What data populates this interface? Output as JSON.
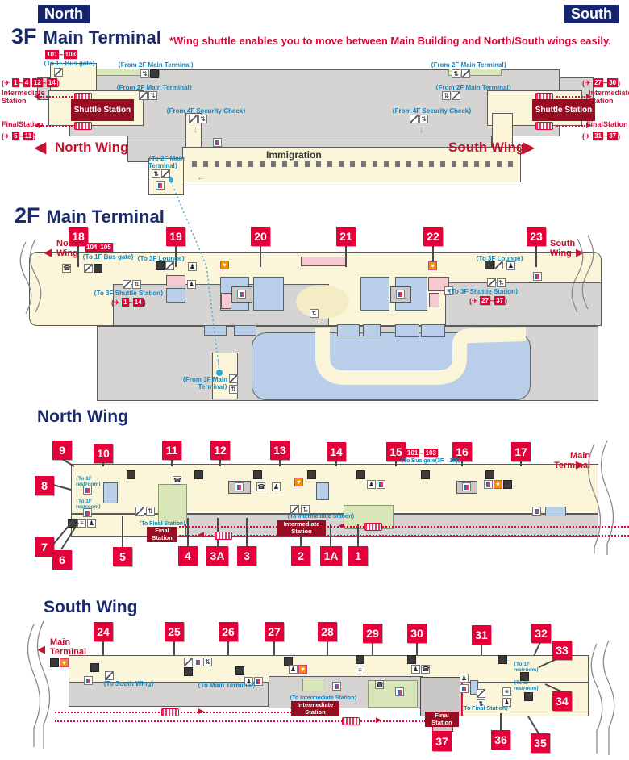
{
  "syntax": {
    "op": "(",
    "cp": ")",
    "tilde": "~",
    "comma": ",",
    "arrow_left": "◀",
    "arrow_right": "▶"
  },
  "icons": {
    "elevator": "⇅",
    "phone": "☎",
    "aed": "♥",
    "person": "♟",
    "stairs": "≡",
    "up": "↑",
    "down": "↓",
    "back": "←",
    "plane": "✈"
  },
  "header": {
    "north_badge": "North",
    "south_badge": "South",
    "note": "*Wing shuttle enables you to move between Main Building and North/South wings easily."
  },
  "common": {
    "from_2f": "⟨From 2F Main Terminal⟩",
    "from_4f": "⟨From 4F Security Check⟩",
    "to_2f": "⟨To 2F Main Terminal⟩",
    "from_3f": "⟨From 3F Main Terminal⟩",
    "to_1f_bus": "⟨To 1F Bus gate⟩",
    "to_3f_lounge": "⟨To 3F Lounge⟩",
    "to_3f_shuttle": "⟨To 3F Shuttle Station⟩",
    "to_1f_restroom": "⟨To 1F restroom⟩",
    "to_bus_gate_31": "⟨To Bus gate(3F→1F)⟩",
    "to_final": "⟨To Final Station⟩",
    "to_intermediate": "⟨To Intermediate Station⟩",
    "to_south_wing": "⟨To South Wing⟩",
    "to_main_terminal": "⟨To Main Terminal⟩",
    "shuttle_station": "Shuttle Station",
    "intermediate_station": "Intermediate Station",
    "final_station": "Final Station",
    "final_station_nospace": "FinalStation",
    "north_wing": "North Wing",
    "south_wing": "South Wing",
    "main_terminal": "Main Terminal",
    "immigration": "Immigration"
  },
  "floor3": {
    "floor": "3F",
    "name": "Main Terminal",
    "bus_badges": [
      "101",
      "103"
    ],
    "left": {
      "range_top": [
        "1",
        "4",
        "12",
        "14"
      ],
      "range_bottom": [
        "5",
        "11"
      ]
    },
    "right": {
      "range_top": [
        "27",
        "30"
      ],
      "range_bottom": [
        "31",
        "37"
      ]
    }
  },
  "floor2": {
    "floor": "2F",
    "name": "Main Terminal",
    "gates": [
      "18",
      "19",
      "20",
      "21",
      "22",
      "23"
    ],
    "bus_badges": [
      "104",
      "105"
    ],
    "left_range": [
      "1",
      "14"
    ],
    "right_range": [
      "27",
      "37"
    ]
  },
  "north": {
    "title": "North Wing",
    "bus_badges": [
      "101",
      "103"
    ],
    "gates_top": [
      "9",
      "10",
      "11",
      "12",
      "13",
      "14",
      "15",
      "16",
      "17"
    ],
    "gates_left": [
      "8",
      "7",
      "6"
    ],
    "gates_bottom": [
      "5",
      "4",
      "3A",
      "3",
      "2",
      "1A",
      "1"
    ]
  },
  "south": {
    "title": "South Wing",
    "gates_top": [
      "24",
      "25",
      "26",
      "27",
      "28",
      "29",
      "30",
      "31",
      "32"
    ],
    "gates_right": [
      "33",
      "34",
      "35"
    ],
    "gates_bottom": [
      "36",
      "37"
    ]
  }
}
